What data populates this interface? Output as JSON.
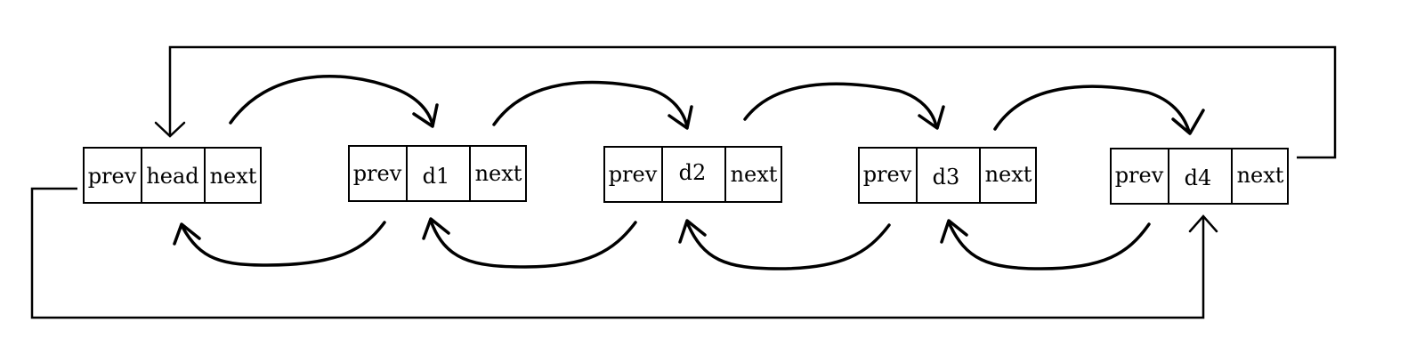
{
  "diagram": {
    "nodes": [
      {
        "id": "head",
        "cells": [
          "prev",
          "head",
          "next"
        ]
      },
      {
        "id": "d1",
        "cells": [
          "prev",
          "d1",
          "next"
        ]
      },
      {
        "id": "d2",
        "cells": [
          "prev",
          "d2",
          "next"
        ]
      },
      {
        "id": "d3",
        "cells": [
          "prev",
          "d3",
          "next"
        ]
      },
      {
        "id": "d4",
        "cells": [
          "prev",
          "d4",
          "next"
        ]
      }
    ],
    "edges": [
      {
        "from": "head",
        "to": "d1",
        "kind": "next"
      },
      {
        "from": "d1",
        "to": "d2",
        "kind": "next"
      },
      {
        "from": "d2",
        "to": "d3",
        "kind": "next"
      },
      {
        "from": "d3",
        "to": "d4",
        "kind": "next"
      },
      {
        "from": "d1",
        "to": "head",
        "kind": "prev"
      },
      {
        "from": "d2",
        "to": "d1",
        "kind": "prev"
      },
      {
        "from": "d3",
        "to": "d2",
        "kind": "prev"
      },
      {
        "from": "d4",
        "to": "d3",
        "kind": "prev"
      },
      {
        "from": "d4",
        "to": "head",
        "kind": "next-wrap"
      },
      {
        "from": "head",
        "to": "d4",
        "kind": "prev-wrap"
      }
    ],
    "colors": {
      "stroke": "#000000",
      "background": "#ffffff"
    }
  }
}
